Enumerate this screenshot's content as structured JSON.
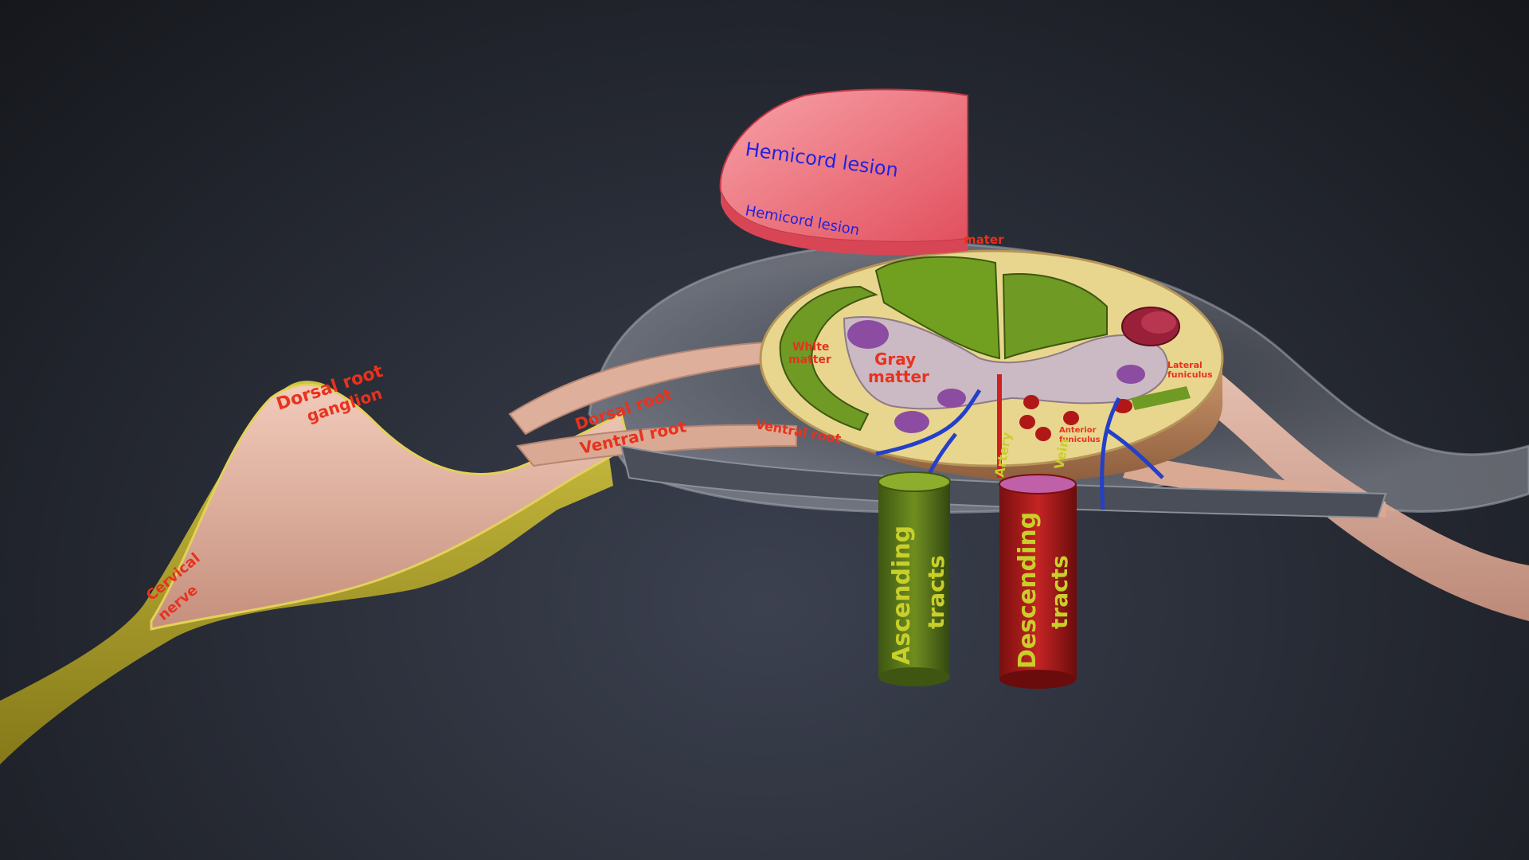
{
  "labels": {
    "hemicord_lesion_top": "Hemicord lesion",
    "hemicord_lesion_bottom": "Hemicord lesion",
    "dorsal_root_ganglion_1": "Dorsal root",
    "dorsal_root_ganglion_2": "ganglion",
    "dorsal_root": "Dorsal root",
    "ventral_root_left": "Ventral root",
    "ventral_root_right": "Ventral root",
    "cervical_nerve_1": "Cervical",
    "cervical_nerve_2": "nerve",
    "white_matter_1": "White",
    "white_matter_2": "matter",
    "gray_matter_1": "Gray",
    "gray_matter_2": "matter",
    "lateral_funiculus_1": "Lateral",
    "lateral_funiculus_2": "funiculus",
    "anterior_funiculus_1": "Anterior",
    "anterior_funiculus_2": "funiculus",
    "artery": "Artery",
    "vein": "Vein",
    "mater": "mater",
    "ascending_1": "Ascending",
    "ascending_2": "tracts",
    "descending_1": "Descending",
    "descending_2": "tracts"
  },
  "colors": {
    "label_red": "#e8321e",
    "label_yellow": "#c9cf2a",
    "lesion_blue": "#2222dd",
    "nerve_yellow": "#b8a92a",
    "nerve_pink": "#e3b3a0",
    "white_matter_green": "#6f9a24",
    "gray_matter": "#c9b6c0",
    "cord_tan": "#e6d28c",
    "lesion_pink": "#f0707a",
    "descending_red": "#b01818"
  }
}
